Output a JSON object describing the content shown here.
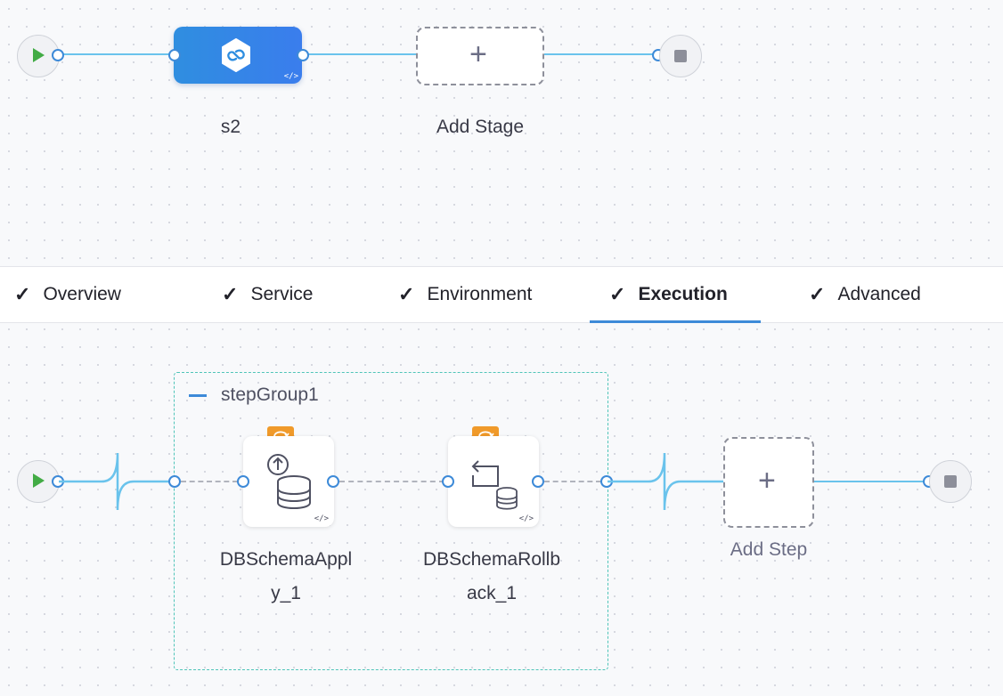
{
  "pipeline": {
    "stages": [
      {
        "name": "s2",
        "icon": "infinity-icon"
      },
      {
        "name": "Add Stage",
        "icon": "plus-icon"
      }
    ]
  },
  "tabs": [
    {
      "label": "Overview",
      "done": true
    },
    {
      "label": "Service",
      "done": true
    },
    {
      "label": "Environment",
      "done": true
    },
    {
      "label": "Execution",
      "done": true,
      "active": true
    },
    {
      "label": "Advanced",
      "done": true
    }
  ],
  "execution": {
    "step_group": {
      "name": "stepGroup1",
      "steps": [
        {
          "name_line1": "DBSchemaAppl",
          "name_line2": "y_1",
          "icon": "db-schema-apply-icon"
        },
        {
          "name_line1": "DBSchemaRollb",
          "name_line2": "ack_1",
          "icon": "db-schema-rollback-icon"
        }
      ]
    },
    "add_step_label": "Add Step"
  },
  "icons": {
    "check": "✓",
    "plus": "+",
    "code": "</>",
    "collapse": "—"
  },
  "colors": {
    "accent": "#3d8ad8",
    "connector": "#6ac3ec",
    "play": "#42ab45",
    "badge": "#f09a2a",
    "group_border": "#4fc4b8"
  }
}
